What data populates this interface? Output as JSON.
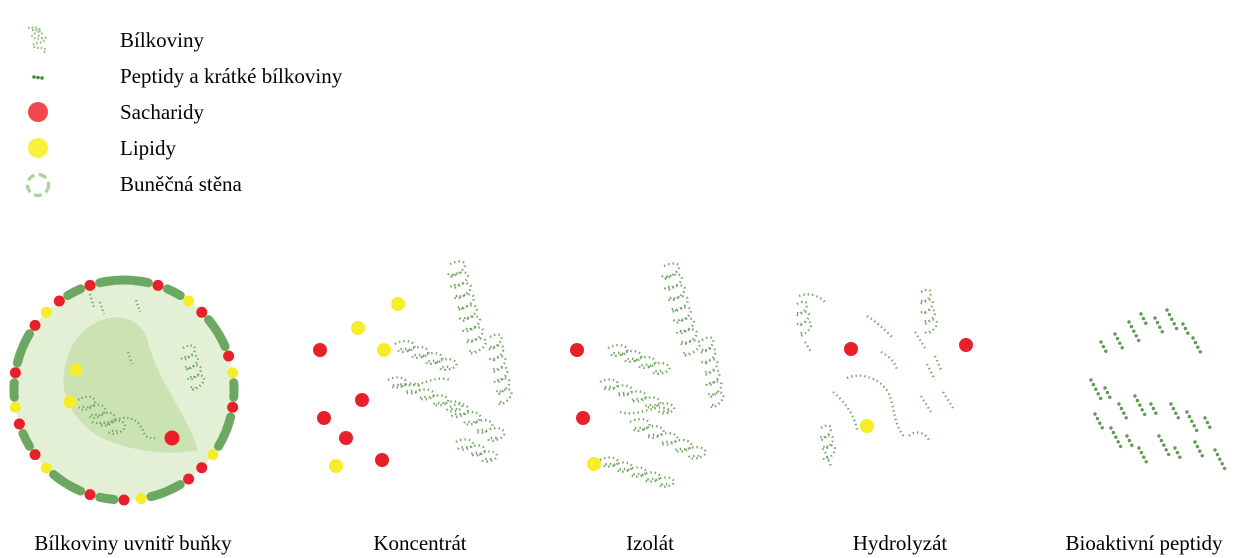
{
  "legend": {
    "items": [
      {
        "icon": "protein-coil-icon",
        "label": "Bílkoviny"
      },
      {
        "icon": "peptide-dots-icon",
        "label": "Peptidy a krátké bílkoviny"
      },
      {
        "icon": "red-dot-icon",
        "label": "Sacharidy"
      },
      {
        "icon": "yellow-dot-icon",
        "label": "Lipidy"
      },
      {
        "icon": "cell-wall-icon",
        "label": "Buněčná stěna"
      }
    ]
  },
  "colors": {
    "protein": "#72a864",
    "carbohydrate": "#e8202a",
    "lipid": "#f6ec27",
    "cell_wall": "#6da862",
    "cell_fill": "#e3f0d5",
    "cell_inner": "#c7e0ad"
  },
  "stages": [
    {
      "label": "Bílkoviny uvnitř buňky"
    },
    {
      "label": "Koncentrát"
    },
    {
      "label": "Izolát"
    },
    {
      "label": "Hydrolyzát"
    },
    {
      "label": "Bioaktivní peptidy"
    }
  ]
}
